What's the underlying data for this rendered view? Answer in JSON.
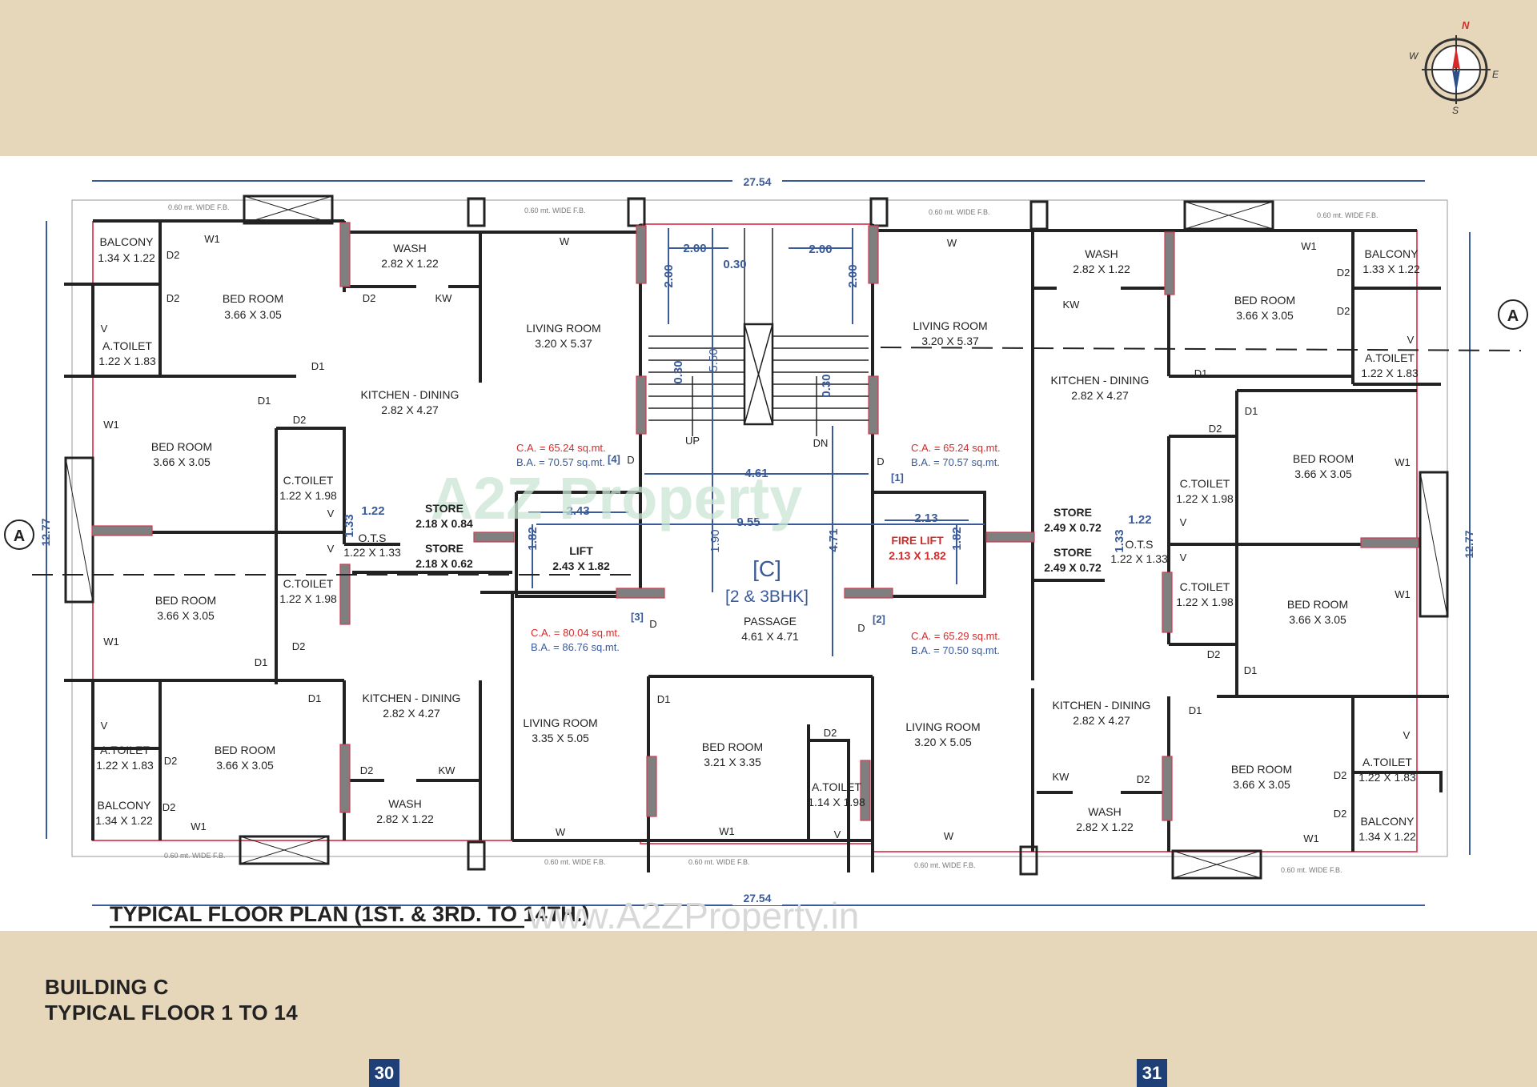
{
  "building": {
    "line1": "BUILDING C",
    "line2": "TYPICAL FLOOR 1 TO 14"
  },
  "pages": {
    "left": "30",
    "right": "31"
  },
  "compass": {
    "n": "N",
    "s": "S",
    "e": "E",
    "w": "W"
  },
  "plan": {
    "title": "TYPICAL FLOOR PLAN (1ST. & 3RD. TO 14TH.)",
    "watermark": "www.A2ZProperty.in",
    "logo_text": "A2Z Property",
    "overall_width": "27.54",
    "overall_depth": "12.77",
    "section_marker": "A",
    "fb_label": "0.60 mt. WIDE F.B.",
    "core": {
      "wing": "[C]",
      "type": "[2 & 3BHK]",
      "passage": "PASSAGE",
      "passage_size": "4.61 X 4.71",
      "lift": "LIFT",
      "lift_size": "2.43 X 1.82",
      "fire_lift": "FIRE LIFT",
      "fire_lift_size": "2.13 X 1.82",
      "up": "UP",
      "dn": "DN"
    },
    "dims": {
      "d200": "2.00",
      "d030": "0.30",
      "d550": "5.50",
      "d461": "4.61",
      "d955": "9.55",
      "d243": "2.43",
      "d213": "2.13",
      "d182": "1.82",
      "d190": "1.90",
      "d471": "4.71",
      "d122": "1.22",
      "d133": "1.33"
    },
    "units": [
      {
        "tag": "[4]",
        "ca": "C.A. = 65.24 sq.mt.",
        "ba": "B.A. = 70.57 sq.mt."
      },
      {
        "tag": "[1]",
        "ca": "C.A. = 65.24 sq.mt.",
        "ba": "B.A. = 70.57 sq.mt."
      },
      {
        "tag": "[3]",
        "ca": "C.A. = 80.04 sq.mt.",
        "ba": "B.A. = 86.76 sq.mt."
      },
      {
        "tag": "[2]",
        "ca": "C.A. = 65.29 sq.mt.",
        "ba": "B.A. = 70.50 sq.mt."
      }
    ],
    "rooms": {
      "balcony": "BALCONY",
      "bed_room": "BED ROOM",
      "wash": "WASH",
      "living_room": "LIVING ROOM",
      "kitchen_dining": "KITCHEN - DINING",
      "a_toilet": "A.TOILET",
      "c_toilet": "C.TOILET",
      "store": "STORE",
      "ots": "O.T.S",
      "s134x122": "1.34 X 1.22",
      "s133x122": "1.33 X 1.22",
      "s366x305": "3.66 X 3.05",
      "s282x122": "2.82 X 1.22",
      "s320x537": "3.20 X 5.37",
      "s122x183": "1.22 X 1.83",
      "s282x427": "2.82 X 4.27",
      "s122x198": "1.22 X 1.98",
      "s218x084": "2.18 X 0.84",
      "s218x062": "2.18 X 0.62",
      "s249x072": "2.49 X 0.72",
      "s122x133": "1.22 X 1.33",
      "s335x505": "3.35 X 5.05",
      "s321x335": "3.21 X 3.35",
      "s114x198": "1.14 X 1.98",
      "s320x505": "3.20 X 5.05"
    },
    "openings": {
      "w": "W",
      "w1": "W1",
      "d": "D",
      "d1": "D1",
      "d2": "D2",
      "kw": "KW",
      "v": "V"
    }
  }
}
